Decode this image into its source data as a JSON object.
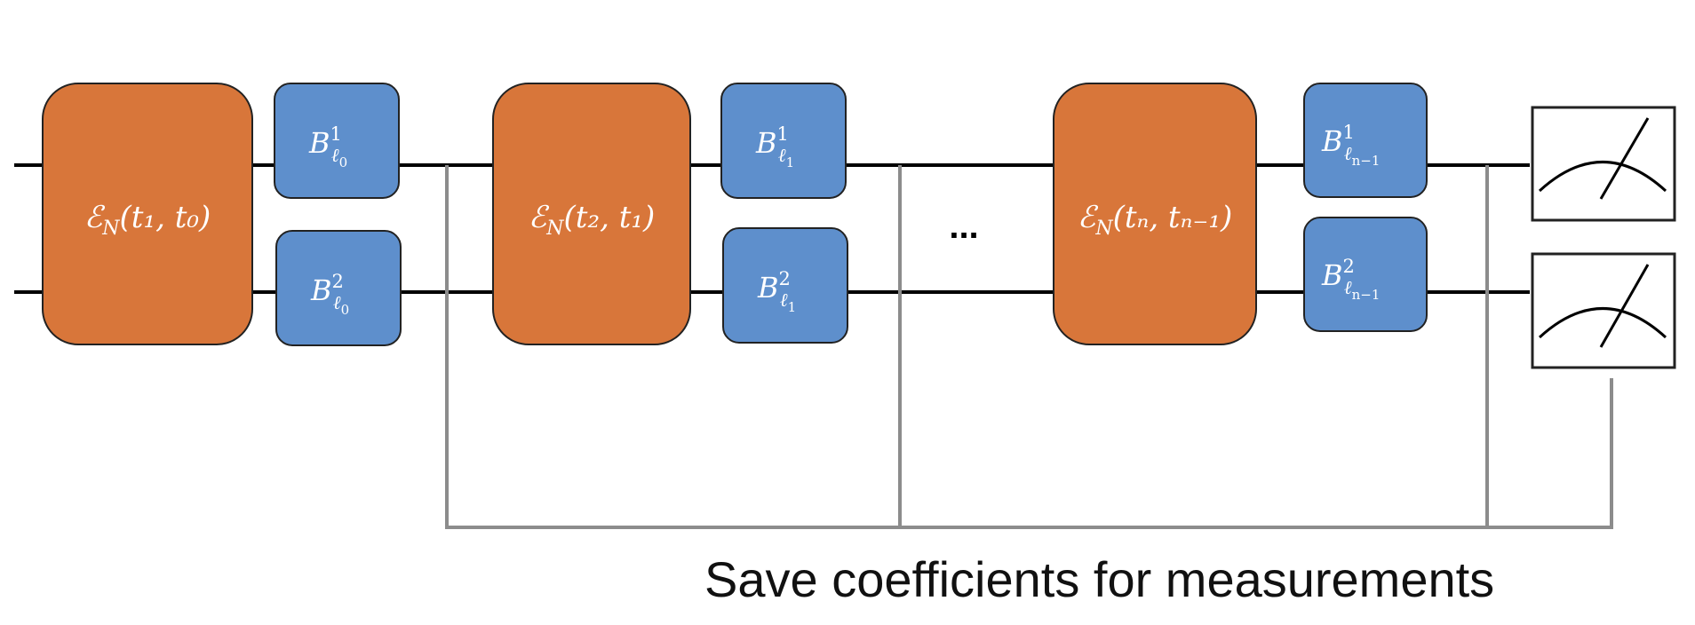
{
  "channels": [
    {
      "text": "ℰ",
      "sub": "N",
      "args": "(t₁, t₀)"
    },
    {
      "text": "ℰ",
      "sub": "N",
      "args": "(t₂, t₁)"
    },
    {
      "text": "ℰ",
      "sub": "N",
      "args": "(tₙ, tₙ₋₁)"
    }
  ],
  "b_blocks": [
    {
      "base": "B",
      "sup": "1",
      "sub": "ℓ",
      "subsub": "0"
    },
    {
      "base": "B",
      "sup": "2",
      "sub": "ℓ",
      "subsub": "0"
    },
    {
      "base": "B",
      "sup": "1",
      "sub": "ℓ",
      "subsub": "1"
    },
    {
      "base": "B",
      "sup": "2",
      "sub": "ℓ",
      "subsub": "1"
    },
    {
      "base": "B",
      "sup": "1",
      "sub": "ℓ",
      "subsub": "n−1"
    },
    {
      "base": "B",
      "sup": "2",
      "sub": "ℓ",
      "subsub": "n−1"
    }
  ],
  "ellipsis": "...",
  "caption": "Save coefficients for measurements",
  "colors": {
    "channel_fill": "#D8763A",
    "b_fill": "#5E8FCC",
    "wire": "#000000",
    "bus": "#8C8C8C"
  },
  "icons": [
    "measurement-meter-icon",
    "measurement-meter-icon"
  ]
}
